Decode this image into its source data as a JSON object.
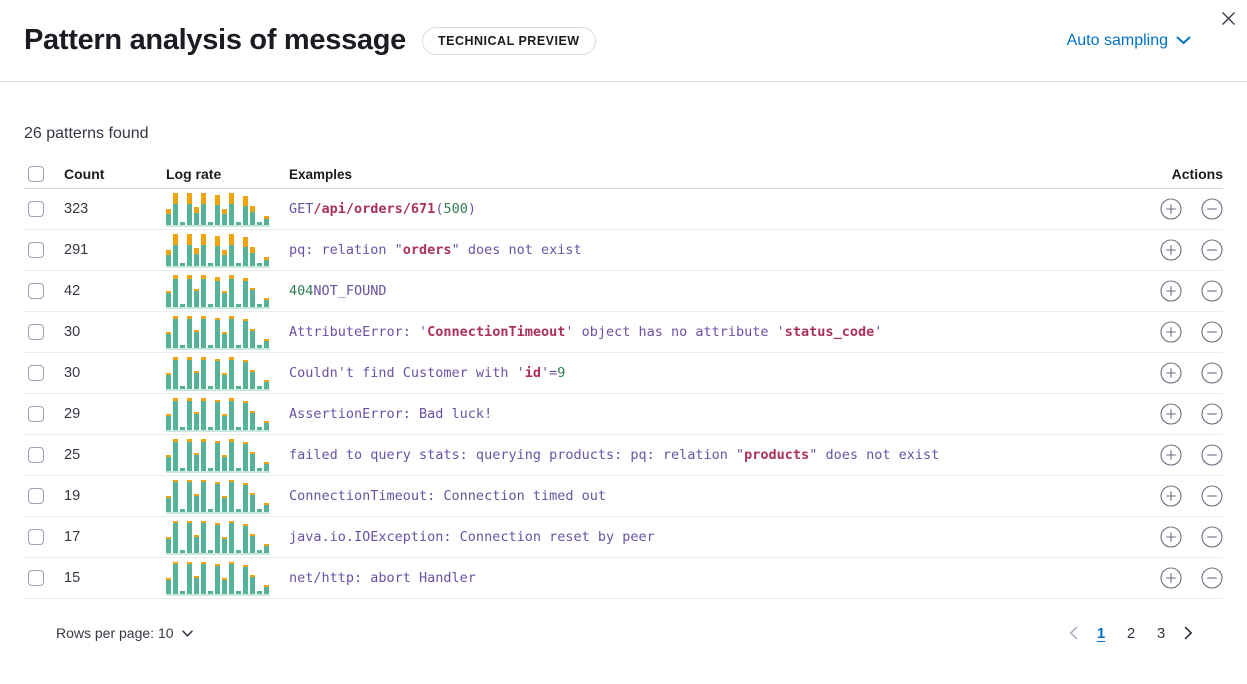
{
  "header": {
    "title": "Pattern analysis of message",
    "badge": "TECHNICAL PREVIEW",
    "sampling_label": "Auto sampling"
  },
  "summary": "26 patterns found",
  "icons": {
    "close": "close-icon",
    "chevron_down": "chevron-down-icon",
    "plus_in_circle": "plus-in-circle-icon",
    "minus_in_circle": "minus-in-circle-icon",
    "chevron_left": "chevron-left-icon",
    "chevron_right": "chevron-right-icon"
  },
  "colors": {
    "blue": "#0071c2",
    "title_text": "#1a1c21",
    "body_text": "#343741",
    "icon_gray": "#69707d",
    "divider": "#d3dae6",
    "row_divider": "#e8edf4"
  },
  "token_colors": {
    "purple": "#6a52a3",
    "accent": "#ab3159",
    "green": "#2e7d55"
  },
  "sparkline": {
    "type": "bar",
    "teal": "#54b399",
    "orange": "#f0a30a",
    "baseline": "#c9e8db",
    "bar_heights": [
      0.5,
      1.0,
      0.08,
      1.0,
      0.55,
      1.0,
      0.08,
      0.95,
      0.5,
      1.0,
      0.08,
      0.9,
      0.6,
      0.08,
      0.28
    ]
  },
  "table": {
    "columns": {
      "count": "Count",
      "log_rate": "Log rate",
      "examples": "Examples",
      "actions": "Actions"
    },
    "rows": [
      {
        "count": "323",
        "orange": 0.34,
        "tokens": [
          {
            "t": "GET ",
            "c": "p"
          },
          {
            "t": "/api/orders/671",
            "c": "m"
          },
          {
            "t": " (",
            "c": "p"
          },
          {
            "t": "500",
            "c": "g"
          },
          {
            "t": ")",
            "c": "p"
          }
        ]
      },
      {
        "count": "291",
        "orange": 0.34,
        "tokens": [
          {
            "t": "pq: relation \"",
            "c": "p"
          },
          {
            "t": "orders",
            "c": "m"
          },
          {
            "t": "\" does not exist",
            "c": "p"
          }
        ]
      },
      {
        "count": "42",
        "orange": 0.12,
        "tokens": [
          {
            "t": "404",
            "c": "g"
          },
          {
            "t": " NOT_FOUND",
            "c": "p"
          }
        ]
      },
      {
        "count": "30",
        "orange": 0.08,
        "tokens": [
          {
            "t": "AttributeError: '",
            "c": "p"
          },
          {
            "t": "ConnectionTimeout",
            "c": "m"
          },
          {
            "t": "' object has no attribute '",
            "c": "p"
          },
          {
            "t": "status_code",
            "c": "m"
          },
          {
            "t": "'",
            "c": "p"
          }
        ]
      },
      {
        "count": "30",
        "orange": 0.08,
        "tokens": [
          {
            "t": "Couldn't find Customer with '",
            "c": "p"
          },
          {
            "t": "id",
            "c": "m"
          },
          {
            "t": "'=",
            "c": "p"
          },
          {
            "t": "9",
            "c": "g"
          }
        ]
      },
      {
        "count": "29",
        "orange": 0.08,
        "tokens": [
          {
            "t": "AssertionError: Bad luck!",
            "c": "p"
          }
        ]
      },
      {
        "count": "25",
        "orange": 0.08,
        "tokens": [
          {
            "t": "failed to query stats: querying products: pq: relation \"",
            "c": "p"
          },
          {
            "t": "products",
            "c": "m"
          },
          {
            "t": "\" does not exist",
            "c": "p"
          }
        ]
      },
      {
        "count": "19",
        "orange": 0.07,
        "tokens": [
          {
            "t": "ConnectionTimeout: Connection timed out",
            "c": "p"
          }
        ]
      },
      {
        "count": "17",
        "orange": 0.06,
        "tokens": [
          {
            "t": "java.io.IOException: Connection reset by peer",
            "c": "p"
          }
        ]
      },
      {
        "count": "15",
        "orange": 0.06,
        "tokens": [
          {
            "t": "net/http: abort Handler",
            "c": "p"
          }
        ]
      }
    ]
  },
  "footer": {
    "rows_per_page_label": "Rows per page: 10",
    "pagination": {
      "pages": [
        "1",
        "2",
        "3"
      ],
      "active": "1"
    }
  }
}
